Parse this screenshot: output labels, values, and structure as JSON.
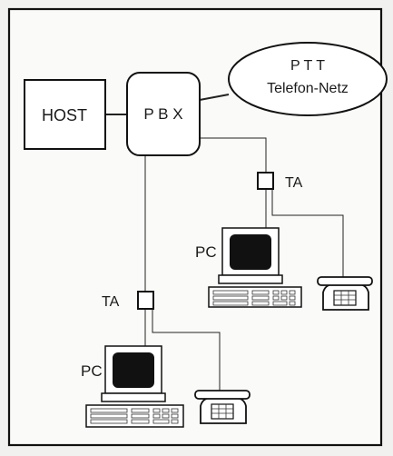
{
  "diagram": {
    "host_label": "HOST",
    "pbx_label": "P B X",
    "network_line1": "P T T",
    "network_line2": "Telefon-Netz",
    "ta_label_upper": "TA",
    "ta_label_lower": "TA",
    "pc_label_upper": "PC",
    "pc_label_lower": "PC"
  }
}
